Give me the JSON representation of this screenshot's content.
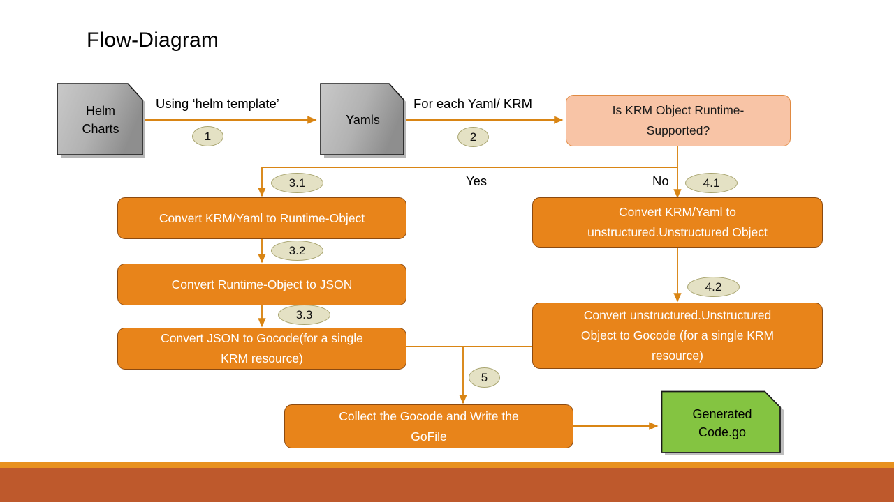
{
  "slide": {
    "title": "Flow-Diagram",
    "background_color": "#FFFFFF",
    "footer": {
      "accent_bar_color": "#E8911F",
      "base_bar_color": "#BE592C"
    }
  },
  "palette": {
    "process_fill": "#E8841A",
    "process_border": "#8C4A10",
    "decision_fill": "#F8C4A6",
    "decision_border": "#E08A42",
    "document_fill": "#AFAFAF",
    "document_border": "#1A1A1A",
    "output_fill": "#84C441",
    "output_border": "#1A1A1A",
    "connector_color": "#D98514",
    "step_label_fill": "#E4E1C4",
    "step_label_border": "#A8A46F"
  },
  "nodes": {
    "helm_charts": {
      "label": "Helm\nCharts",
      "line1": "Helm",
      "line2": "Charts",
      "shape": "document"
    },
    "yamls": {
      "label": "Yamls",
      "shape": "document"
    },
    "decision": {
      "label": "Is KRM Object Runtime-Supported?",
      "line1": "Is KRM Object Runtime-",
      "line2": "Supported?",
      "shape": "rounded-rect"
    },
    "convert_krm_to_runtime": {
      "label": "Convert KRM/Yaml to Runtime-Object",
      "shape": "rounded-rect"
    },
    "convert_runtime_to_json": {
      "label": "Convert Runtime-Object to JSON",
      "shape": "rounded-rect"
    },
    "convert_json_to_gocode": {
      "label": "Convert JSON to Gocode(for a single KRM resource)",
      "line1": "Convert JSON to Gocode(for a single",
      "line2": "KRM resource)",
      "shape": "rounded-rect"
    },
    "convert_krm_to_unstructured": {
      "label": "Convert KRM/Yaml to unstructured.Unstructured Object",
      "line1": "Convert KRM/Yaml to",
      "line2": "unstructured.Unstructured Object",
      "shape": "rounded-rect"
    },
    "convert_unstructured_to_gocode": {
      "label": "Convert unstructured.Unstructured Object to Gocode (for a single KRM resource)",
      "line1": "Convert unstructured.Unstructured",
      "line2": "Object to Gocode (for a single KRM",
      "line3": "resource)",
      "shape": "rounded-rect"
    },
    "collect_gocode": {
      "label": "Collect the Gocode and Write the GoFile",
      "line1": "Collect the Gocode and Write the",
      "line2": "GoFile",
      "shape": "rounded-rect"
    },
    "generated_code": {
      "label": "Generated\nCode.go",
      "line1": "Generated",
      "line2": "Code.go",
      "shape": "document"
    }
  },
  "edges": {
    "helm_to_yamls": {
      "text": "Using ‘helm template’",
      "step": "1"
    },
    "yamls_to_decision": {
      "text": "For each Yaml/ KRM",
      "step": "2"
    },
    "decision_yes": {
      "text": "Yes",
      "step": "3.1"
    },
    "decision_no": {
      "text": "No",
      "step": "4.1"
    },
    "runtime_to_json": {
      "step": "3.2"
    },
    "json_to_gocode": {
      "step": "3.3"
    },
    "unstructured_to_gocode": {
      "step": "4.2"
    },
    "gocode_to_collect": {
      "step": "5"
    }
  }
}
